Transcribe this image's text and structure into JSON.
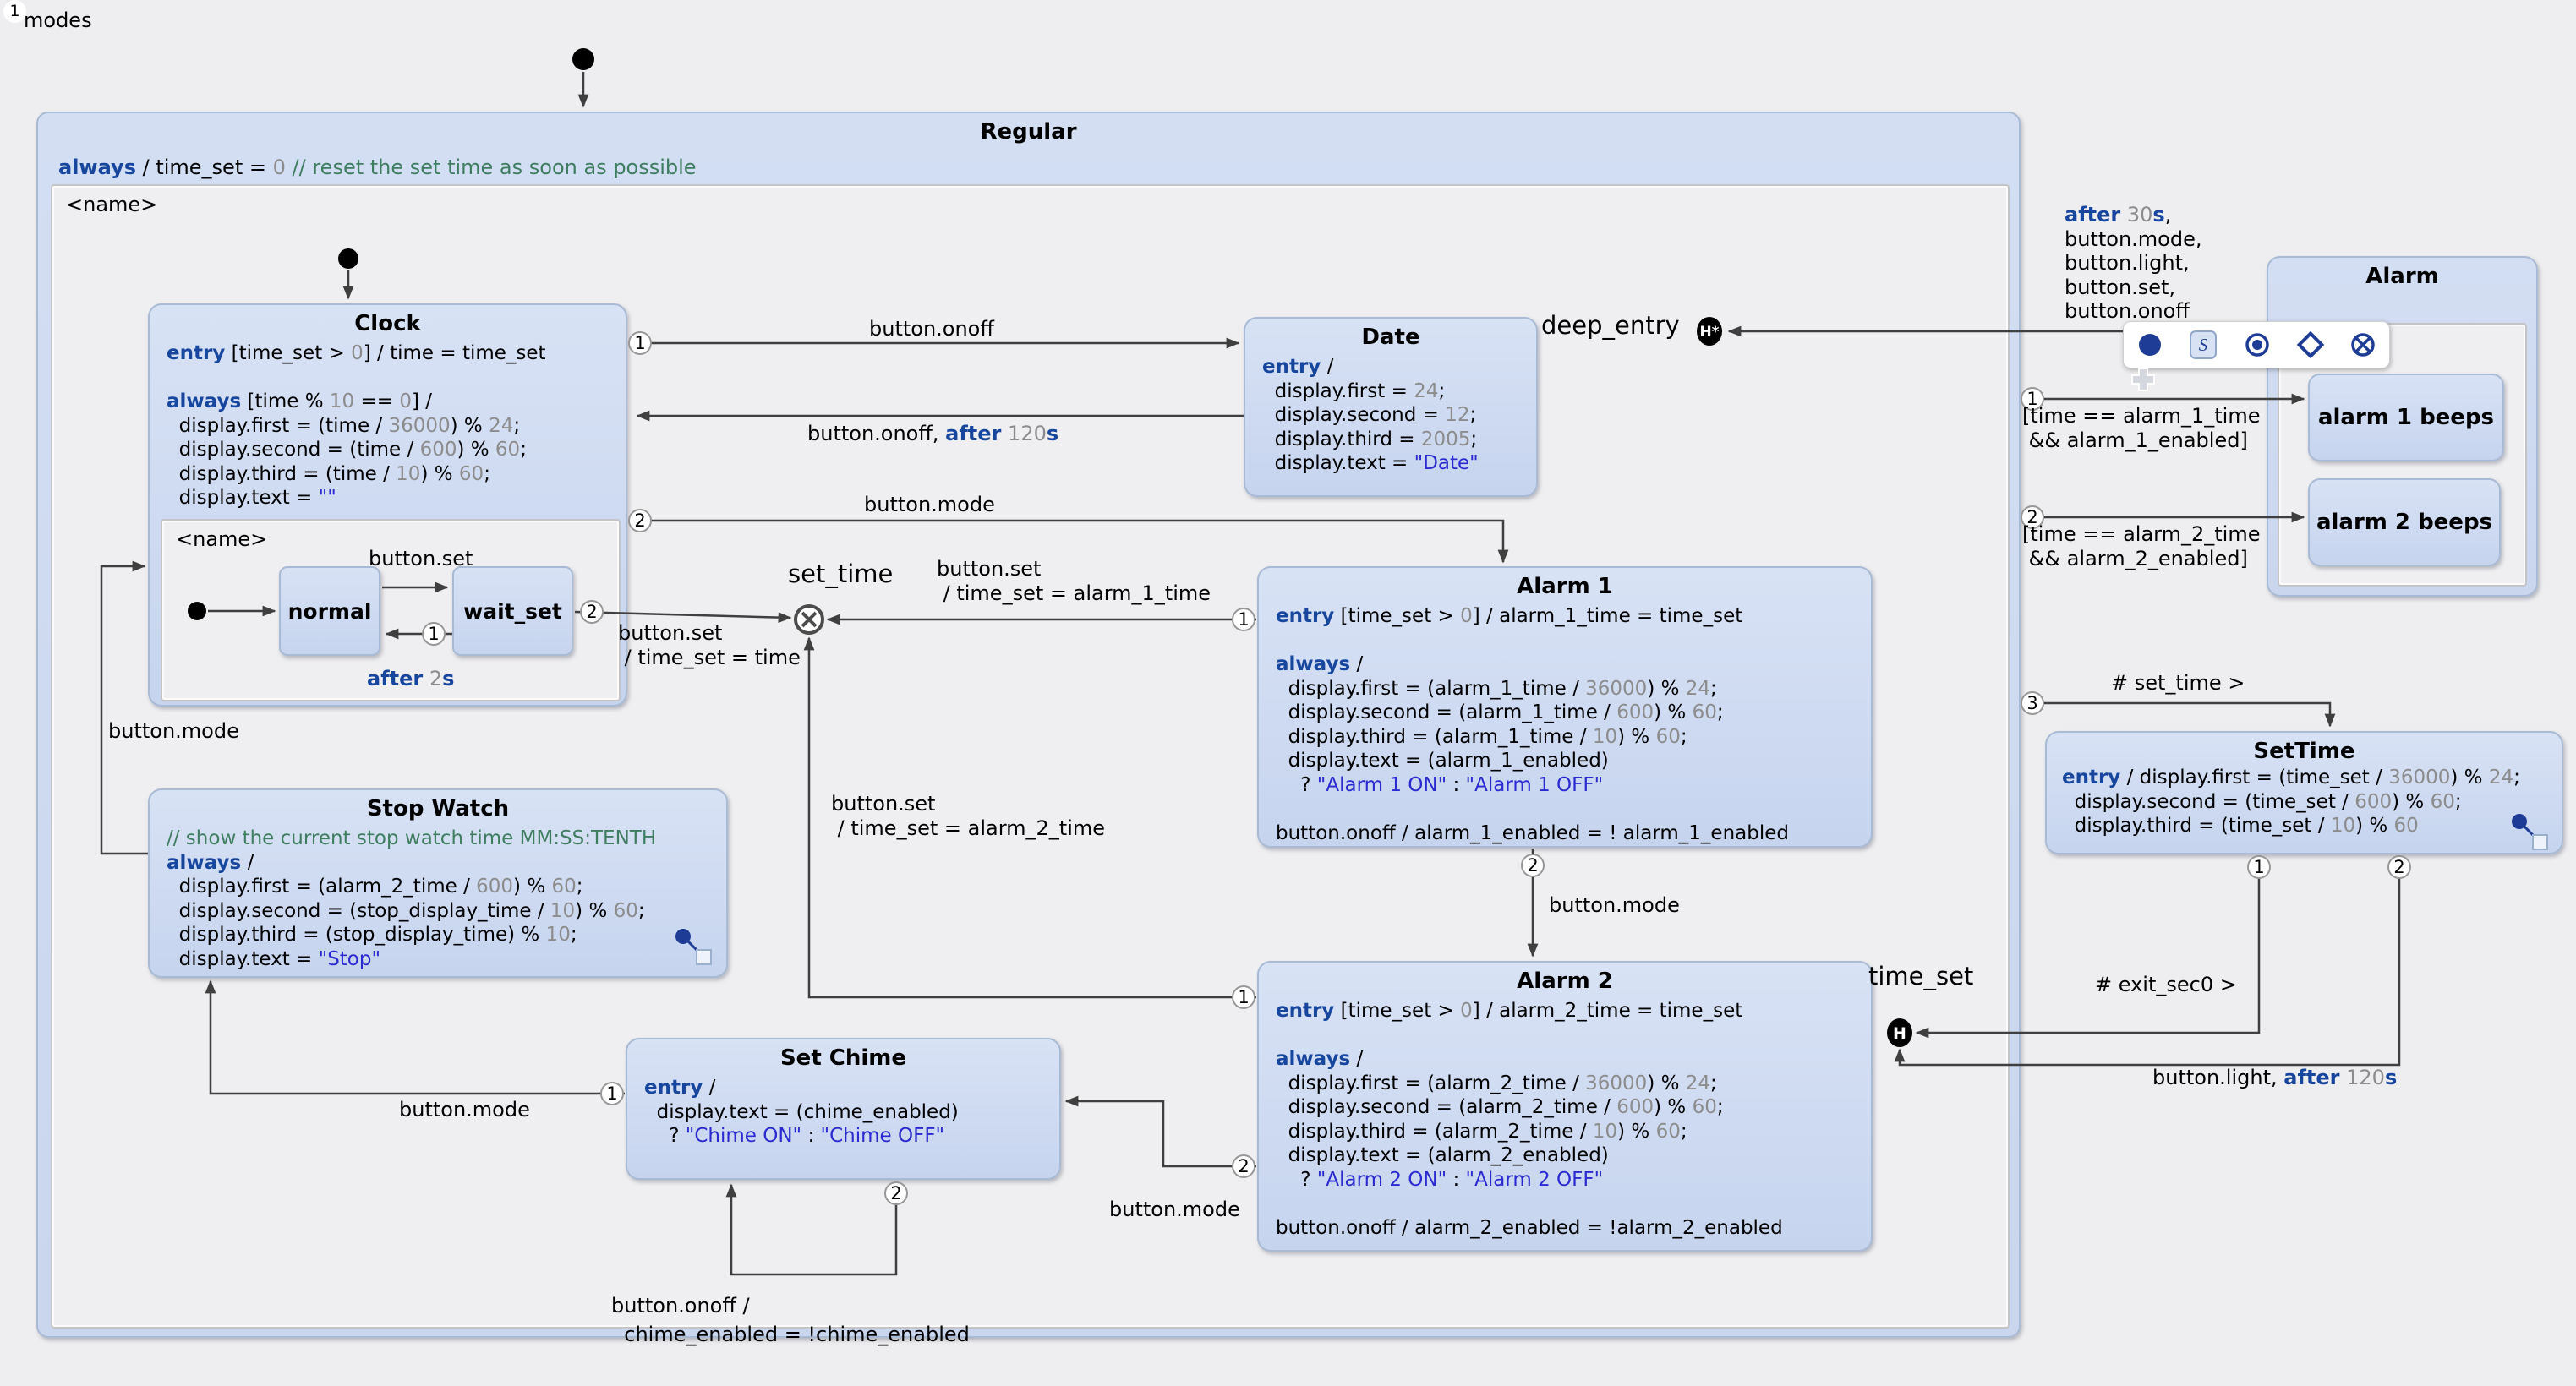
{
  "diagram": {
    "index": "1",
    "name": "modes"
  },
  "colors": {
    "keyword": "#17469e",
    "number": "#8c8c8c",
    "string": "#2a2ad0",
    "comment": "#3e7d5f",
    "state_fill": "#cdd9f1",
    "state_border": "#a8bad4",
    "wire": "#3f3f3f",
    "palette_icon": "#1e3c96"
  },
  "regular": {
    "title": "Regular",
    "region_label": "<name>",
    "always": [
      {
        "t": "always",
        "c": "kw"
      },
      {
        "t": " / time_set = "
      },
      {
        "t": "0",
        "c": "num"
      },
      {
        "t": " "
      },
      {
        "t": "// reset the set time as soon as possible",
        "c": "cmt"
      }
    ]
  },
  "states": {
    "clock": {
      "title": "Clock",
      "region_label": "<name>",
      "lines": [
        [
          {
            "t": "entry",
            "c": "kw"
          },
          {
            "t": " [time_set > "
          },
          {
            "t": "0",
            "c": "num"
          },
          {
            "t": "] / time = time_set"
          }
        ],
        "",
        [
          {
            "t": "always",
            "c": "kw"
          },
          {
            "t": " [time % "
          },
          {
            "t": "10",
            "c": "num"
          },
          {
            "t": " == "
          },
          {
            "t": "0",
            "c": "num"
          },
          {
            "t": "] /"
          }
        ],
        [
          {
            "t": "  display.first = (time / "
          },
          {
            "t": "36000",
            "c": "num"
          },
          {
            "t": ") % "
          },
          {
            "t": "24",
            "c": "num"
          },
          {
            "t": ";"
          }
        ],
        [
          {
            "t": "  display.second = (time / "
          },
          {
            "t": "600",
            "c": "num"
          },
          {
            "t": ") % "
          },
          {
            "t": "60",
            "c": "num"
          },
          {
            "t": ";"
          }
        ],
        [
          {
            "t": "  display.third = (time / "
          },
          {
            "t": "10",
            "c": "num"
          },
          {
            "t": ") % "
          },
          {
            "t": "60",
            "c": "num"
          },
          {
            "t": ";"
          }
        ],
        [
          {
            "t": "  display.text = "
          },
          {
            "t": "\"\"",
            "c": "str"
          }
        ]
      ]
    },
    "normal": {
      "title": "normal"
    },
    "wait_set": {
      "title": "wait_set"
    },
    "date": {
      "title": "Date",
      "lines": [
        [
          {
            "t": "entry",
            "c": "kw"
          },
          {
            "t": " /"
          }
        ],
        [
          {
            "t": "  display.first = "
          },
          {
            "t": "24",
            "c": "num"
          },
          {
            "t": ";"
          }
        ],
        [
          {
            "t": "  display.second = "
          },
          {
            "t": "12",
            "c": "num"
          },
          {
            "t": ";"
          }
        ],
        [
          {
            "t": "  display.third = "
          },
          {
            "t": "2005",
            "c": "num"
          },
          {
            "t": ";"
          }
        ],
        [
          {
            "t": "  display.text = "
          },
          {
            "t": "\"Date\"",
            "c": "str"
          }
        ]
      ]
    },
    "alarm1": {
      "title": "Alarm 1",
      "lines": [
        [
          {
            "t": "entry",
            "c": "kw"
          },
          {
            "t": " [time_set > "
          },
          {
            "t": "0",
            "c": "num"
          },
          {
            "t": "] / alarm_1_time = time_set"
          }
        ],
        "",
        [
          {
            "t": "always",
            "c": "kw"
          },
          {
            "t": " /"
          }
        ],
        [
          {
            "t": "  display.first = (alarm_1_time / "
          },
          {
            "t": "36000",
            "c": "num"
          },
          {
            "t": ") % "
          },
          {
            "t": "24",
            "c": "num"
          },
          {
            "t": ";"
          }
        ],
        [
          {
            "t": "  display.second = (alarm_1_time / "
          },
          {
            "t": "600",
            "c": "num"
          },
          {
            "t": ") % "
          },
          {
            "t": "60",
            "c": "num"
          },
          {
            "t": ";"
          }
        ],
        [
          {
            "t": "  display.third = (alarm_1_time / "
          },
          {
            "t": "10",
            "c": "num"
          },
          {
            "t": ") % "
          },
          {
            "t": "60",
            "c": "num"
          },
          {
            "t": ";"
          }
        ],
        [
          {
            "t": "  display.text = (alarm_1_enabled)"
          }
        ],
        [
          {
            "t": "    ? "
          },
          {
            "t": "\"Alarm 1 ON\"",
            "c": "str"
          },
          {
            "t": " : "
          },
          {
            "t": "\"Alarm 1 OFF\"",
            "c": "str"
          }
        ],
        "",
        [
          {
            "t": "button.onoff / alarm_1_enabled = ! alarm_1_enabled"
          }
        ]
      ]
    },
    "alarm2": {
      "title": "Alarm 2",
      "lines": [
        [
          {
            "t": "entry",
            "c": "kw"
          },
          {
            "t": " [time_set > "
          },
          {
            "t": "0",
            "c": "num"
          },
          {
            "t": "] / alarm_2_time = time_set"
          }
        ],
        "",
        [
          {
            "t": "always",
            "c": "kw"
          },
          {
            "t": " /"
          }
        ],
        [
          {
            "t": "  display.first = (alarm_2_time / "
          },
          {
            "t": "36000",
            "c": "num"
          },
          {
            "t": ") % "
          },
          {
            "t": "24",
            "c": "num"
          },
          {
            "t": ";"
          }
        ],
        [
          {
            "t": "  display.second = (alarm_2_time / "
          },
          {
            "t": "600",
            "c": "num"
          },
          {
            "t": ") % "
          },
          {
            "t": "60",
            "c": "num"
          },
          {
            "t": ";"
          }
        ],
        [
          {
            "t": "  display.third = (alarm_2_time / "
          },
          {
            "t": "10",
            "c": "num"
          },
          {
            "t": ") % "
          },
          {
            "t": "60",
            "c": "num"
          },
          {
            "t": ";"
          }
        ],
        [
          {
            "t": "  display.text = (alarm_2_enabled)"
          }
        ],
        [
          {
            "t": "    ? "
          },
          {
            "t": "\"Alarm 2 ON\"",
            "c": "str"
          },
          {
            "t": " : "
          },
          {
            "t": "\"Alarm 2 OFF\"",
            "c": "str"
          }
        ],
        "",
        [
          {
            "t": "button.onoff / alarm_2_enabled = !alarm_2_enabled"
          }
        ]
      ]
    },
    "stopwatch": {
      "title": "Stop Watch",
      "lines": [
        [
          {
            "t": "// show the current stop watch time MM:SS:TENTH",
            "c": "cmt"
          }
        ],
        [
          {
            "t": "always",
            "c": "kw"
          },
          {
            "t": " /"
          }
        ],
        [
          {
            "t": "  display.first = (alarm_2_time / "
          },
          {
            "t": "600",
            "c": "num"
          },
          {
            "t": ") % "
          },
          {
            "t": "60",
            "c": "num"
          },
          {
            "t": ";"
          }
        ],
        [
          {
            "t": "  display.second = (stop_display_time / "
          },
          {
            "t": "10",
            "c": "num"
          },
          {
            "t": ") % "
          },
          {
            "t": "60",
            "c": "num"
          },
          {
            "t": ";"
          }
        ],
        [
          {
            "t": "  display.third = (stop_display_time) % "
          },
          {
            "t": "10",
            "c": "num"
          },
          {
            "t": ";"
          }
        ],
        [
          {
            "t": "  display.text = "
          },
          {
            "t": "\"Stop\"",
            "c": "str"
          }
        ]
      ]
    },
    "setchime": {
      "title": "Set Chime",
      "lines": [
        [
          {
            "t": "entry",
            "c": "kw"
          },
          {
            "t": " /"
          }
        ],
        [
          {
            "t": "  display.text = (chime_enabled)"
          }
        ],
        [
          {
            "t": "    ? "
          },
          {
            "t": "\"Chime ON\"",
            "c": "str"
          },
          {
            "t": " : "
          },
          {
            "t": "\"Chime OFF\"",
            "c": "str"
          }
        ]
      ]
    },
    "settime": {
      "title": "SetTime",
      "lines": [
        [
          {
            "t": "entry",
            "c": "kw"
          },
          {
            "t": " / display.first = (time_set / "
          },
          {
            "t": "36000",
            "c": "num"
          },
          {
            "t": ") % "
          },
          {
            "t": "24",
            "c": "num"
          },
          {
            "t": ";"
          }
        ],
        [
          {
            "t": "  display.second = (time_set / "
          },
          {
            "t": "600",
            "c": "num"
          },
          {
            "t": ") % "
          },
          {
            "t": "60",
            "c": "num"
          },
          {
            "t": ";"
          }
        ],
        [
          {
            "t": "  display.third = (time_set / "
          },
          {
            "t": "10",
            "c": "num"
          },
          {
            "t": ") % "
          },
          {
            "t": "60",
            "c": "num"
          }
        ]
      ]
    },
    "alarm": {
      "title": "Alarm"
    },
    "alarm1beeps": {
      "title": "alarm 1 beeps"
    },
    "alarm2beeps": {
      "title": "alarm 2 beeps"
    }
  },
  "nodes": {
    "deep_entry": {
      "label": "deep_entry",
      "glyph": "H*"
    },
    "time_set": {
      "label": "time_set",
      "glyph": "H"
    },
    "set_time": {
      "label": "set_time"
    }
  },
  "labels": {
    "onoff": "button.onoff",
    "onoff_after120": [
      {
        "t": "button.onoff, "
      },
      {
        "t": "after",
        "c": "kw"
      },
      {
        "t": " "
      },
      {
        "t": "120",
        "c": "num"
      },
      {
        "t": "s",
        "c": "kw"
      }
    ],
    "mode_clock_alarm1": "button.mode",
    "mode_alarm1_alarm2": "button.mode",
    "mode_alarm2_setchime": "button.mode",
    "mode_setchime_stopwatch": "button.mode",
    "mode_stopwatch_clock": "button.mode",
    "buttonset_inner": "button.set",
    "after2s": [
      {
        "t": "after",
        "c": "kw"
      },
      {
        "t": " "
      },
      {
        "t": "2",
        "c": "num"
      },
      {
        "t": "s",
        "c": "kw"
      }
    ],
    "set_alarm1": [
      "button.set",
      " / time_set = alarm_1_time"
    ],
    "set_alarm2": [
      "button.set",
      " / time_set = alarm_2_time"
    ],
    "set_time_assign": [
      "button.set",
      " / time_set = time"
    ],
    "chime_toggle": [
      "button.onoff /",
      "  chime_enabled = !chime_enabled"
    ],
    "after30_block": [
      [
        {
          "t": "after",
          "c": "kw"
        },
        {
          "t": " "
        },
        {
          "t": "30",
          "c": "num"
        },
        {
          "t": "s",
          "c": "kw"
        },
        {
          "t": ","
        }
      ],
      "button.mode,",
      "button.light,",
      "button.set,",
      "button.onoff"
    ],
    "guard_alarm1": [
      "[time == alarm_1_time",
      " && alarm_1_enabled]"
    ],
    "guard_alarm2": [
      "[time == alarm_2_time",
      " && alarm_2_enabled]"
    ],
    "hash_set_time": "# set_time >",
    "hash_exit_sec0": "# exit_sec0 >",
    "light_after120": [
      {
        "t": "button.light, "
      },
      {
        "t": "after",
        "c": "kw"
      },
      {
        "t": " "
      },
      {
        "t": "120",
        "c": "num"
      },
      {
        "t": "s",
        "c": "kw"
      }
    ]
  },
  "badges": {
    "clock_to_date": "1",
    "clock_to_alarm1": "2",
    "waitset_to_settime": "2",
    "waitset_to_normal": "1",
    "alarm1_to_settime": "1",
    "alarm2_to_settime": "1",
    "alarm1_to_alarm2": "2",
    "alarm2_to_setchime": "2",
    "setchime_to_stopwatch": "1",
    "setchime_self": "2",
    "regular_to_alarm1beeps": "1",
    "regular_to_alarm2beeps": "2",
    "regular_to_settime": "3",
    "settime_exit1": "1",
    "settime_exit2": "2"
  },
  "palette": {
    "state_letter": "S"
  }
}
